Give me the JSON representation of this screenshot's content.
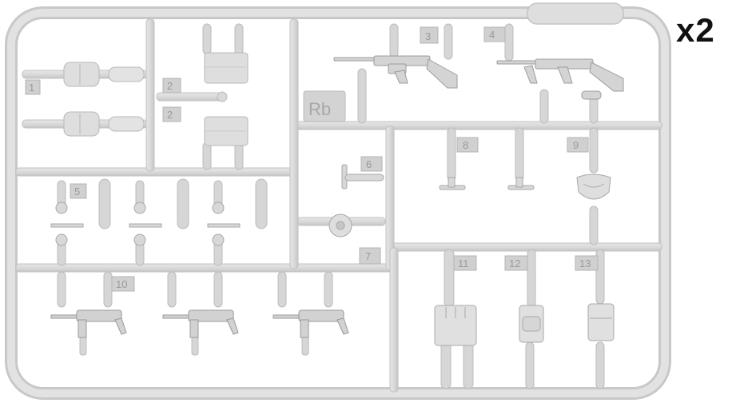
{
  "sprue": {
    "code": "Rb",
    "multiplier": "x2",
    "part_numbers": [
      "1",
      "2",
      "2",
      "3",
      "4",
      "5",
      "6",
      "7",
      "8",
      "9",
      "10",
      "11",
      "12",
      "13"
    ],
    "colors": {
      "plastic": "#dcdcdc",
      "edge": "#bdbdbd",
      "shade": "#c9c9c9",
      "background": "#ffffff"
    }
  }
}
